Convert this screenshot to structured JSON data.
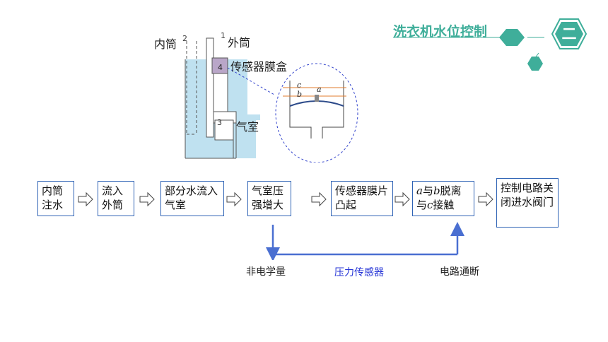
{
  "header": {
    "title": "洗衣机水位控制",
    "badge_label": "二"
  },
  "apparatus": {
    "inner_tube_label": "内筒",
    "inner_tube_number": "2",
    "outer_tube_label": "外筒",
    "outer_tube_number": "1",
    "sensor_label": "传感器膜盒",
    "sensor_number": "4",
    "air_chamber_label": "气室",
    "air_chamber_number": "3",
    "zoom_labels": {
      "c": "c",
      "b": "b",
      "a": "a"
    }
  },
  "flow": {
    "steps": [
      {
        "text": "内筒注水"
      },
      {
        "text": "流入外筒"
      },
      {
        "text": "部分水流入气室"
      },
      {
        "text": "气室压强增大"
      },
      {
        "text": "传感器膜片凸起"
      },
      {
        "a": "a",
        "t1": "与",
        "b": "b",
        "t2": "脱离",
        "t3": "与",
        "c": "c",
        "t4": "接触"
      },
      {
        "text": "控制电路关闭进水阀门"
      }
    ]
  },
  "bracket": {
    "left_label": "非电学量",
    "center_label": "压力传感器",
    "right_label": "电路通断"
  },
  "colors": {
    "accent": "#3fae9a",
    "box_border": "#2f63b5",
    "bracket": "#4a6fd1",
    "water": "#bfe1f0",
    "sensor_box": "#b9a6c8"
  }
}
